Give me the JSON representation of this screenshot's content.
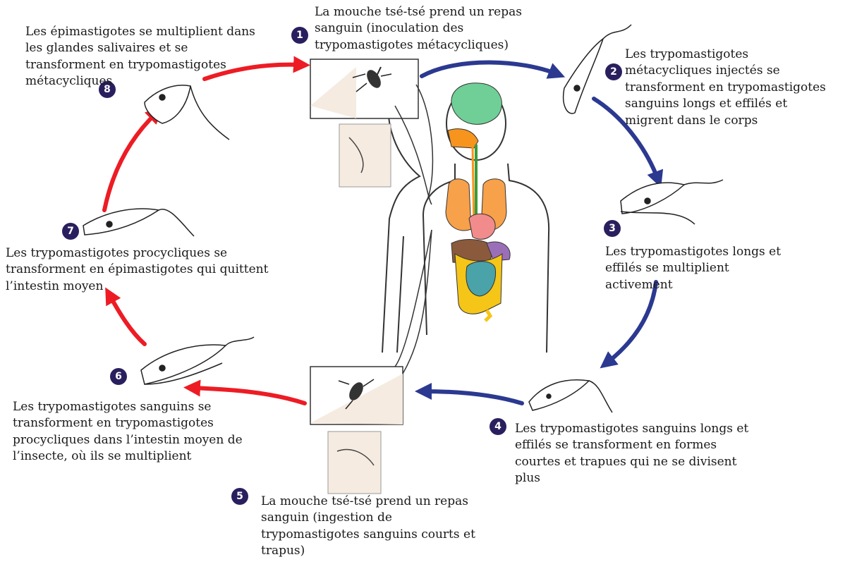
{
  "steps": [
    {
      "number": "1",
      "text": "La mouche tsé-tsé prend un repas\nsanguin (inoculation des\ntrypomastigotes métacycliques)"
    },
    {
      "number": "2",
      "text": "Les trypomastigotes\nmétacycliques injectés se\ntransforment en trypomastigotes\nsanguins longs et effilés et\nmigrent dans le corps"
    },
    {
      "number": "3",
      "text": "Les trypomastigotes longs et\neffilés se multiplient\nactivement"
    },
    {
      "number": "4",
      "text": "Les trypomastigotes sanguins longs et\neffilés se transforment en formes\ncourtes et trapues qui ne se divisent\nplus"
    },
    {
      "number": "5",
      "text": "La mouche tsé-tsé prend un repas\nsanguin (ingestion de\ntrypomastigotes sanguins courts et\ntrapus)"
    },
    {
      "number": "6",
      "text": "Les trypomastigotes sanguins se\ntransforment en trypomastigotes\nprocycliques dans l’intestin moyen de\nl’insecte, où ils se multiplient"
    },
    {
      "number": "7",
      "text": "Les trypomastigotes procycliques se\ntransforment en épimastigotes qui quittent\nl’intestin moyen"
    },
    {
      "number": "8",
      "text": "Les épimastigotes se multiplient dans\nles glandes salivaires et se\ntransforment en trypomastigotes\nmétacycliques"
    }
  ],
  "colors": {
    "human_stage_arrow": "#2b3990",
    "fly_stage_arrow": "#ed1c24",
    "badge": "#2a1f5e",
    "brain": "#6fcf97",
    "lungs": "#f7a14a",
    "heart": "#f28b8b",
    "liver": "#8b5a3c",
    "stomach": "#9b6fb8",
    "intestine_small": "#4aa3a8",
    "intestine_large": "#f5c518",
    "throat": "#f7941d",
    "aorta": "#3a9b3a",
    "fly_panel": "#f5ebe0"
  }
}
